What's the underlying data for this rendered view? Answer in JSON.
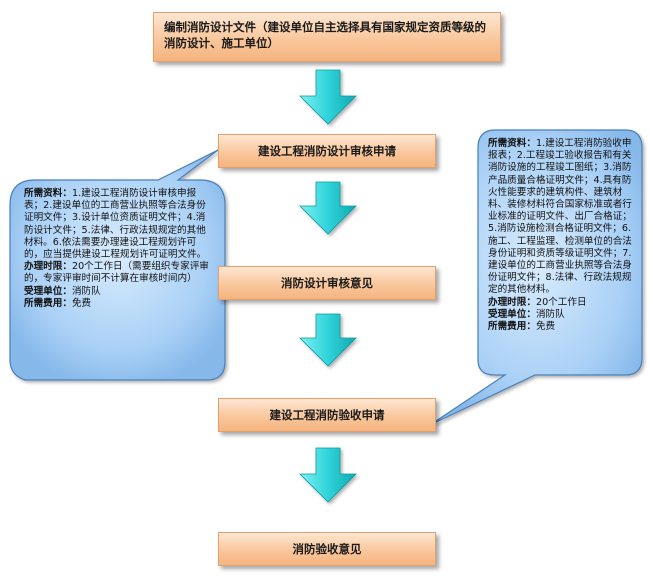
{
  "steps": [
    {
      "text": "编制消防设计文件（建设单位自主选择具有国家规定资质等级的消防设计、施工单位）"
    },
    {
      "text": "建设工程消防设计审核申请"
    },
    {
      "text": "消防设计审核意见"
    },
    {
      "text": "建设工程消防验收申请"
    },
    {
      "text": "消防验收意见"
    }
  ],
  "left_bubble": {
    "materials_label": "所需资料：",
    "materials_text": "1.建设工程消防设计审核申报表；2.建设单位的工商营业执照等合法身份证明文件；3.设计单位资质证明文件；4.消防设计文件；5.法律、行政法规规定的其他材料。6.依法需要办理建设工程规划许可的，应当提供建设工程规划许可证明文件。",
    "time_label": "办理时限：",
    "time_text": "20个工作日（需要组织专家评审的，专家评审时间不计算在审核时间内）",
    "unit_label": "受理单位：",
    "unit_text": "消防队",
    "fee_label": "所需费用：",
    "fee_text": "免费"
  },
  "right_bubble": {
    "materials_label": "所需资料：",
    "materials_text": "1.建设工程消防验收申报表；2.工程竣工验收报告和有关消防设施的工程竣工图纸；3.消防产品质量合格证明文件；4.具有防火性能要求的建筑构件、建筑材料、装修材料符合国家标准或者行业标准的证明文件、出厂合格证；5.消防设施检测合格证明文件；6.施工、工程监理、检测单位的合法身份证明和资质等级证明文件；7.建设单位的工商营业执照等合法身份证明文件；8.法律、行政法规规定的其他材料。",
    "time_label": "办理时限：",
    "time_text": "20个工作日",
    "unit_label": "受理单位：",
    "unit_text": "消防队",
    "fee_label": "所需费用：",
    "fee_text": "免费"
  },
  "colors": {
    "step_fill": "#f9c79c",
    "arrow_fill": "#3cd6dc",
    "bubble_fill": "#a8cff5",
    "bubble_stroke": "#4a7fb8"
  }
}
